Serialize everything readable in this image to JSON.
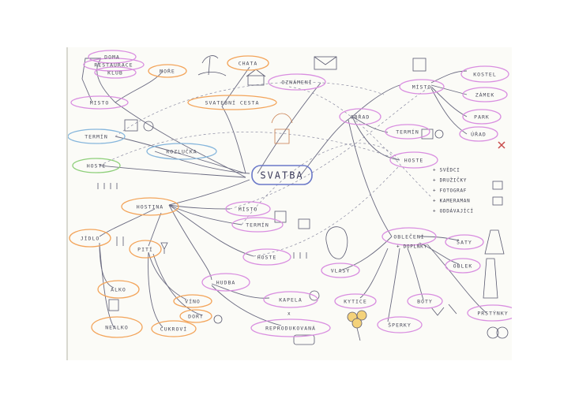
{
  "colors": {
    "orange": "#f3a45a",
    "purple": "#d98ee0",
    "blue": "#86b6dc",
    "green": "#8ecf7a",
    "ink": "#3c3c4c",
    "line": "#6a6a80"
  },
  "center": "SVATBA",
  "nodes": {
    "doma": "DOMA",
    "restaurace": "RESTAURACE",
    "klub": "KLUB",
    "misto_left": "MISTO",
    "more": "MOŘE",
    "chata": "CHATA",
    "oznameni": "OZNÁMENÍ",
    "svatebni_cesta": "SVATEBNÍ CESTA",
    "termin_left": "TERMÍN",
    "rozlucka": "ROZLUČKA",
    "hoste_left": "HOSTE",
    "obrad": "OBŘAD",
    "misto_obrad": "MÍSTO",
    "kostel": "KOSTEL",
    "zamek": "ZÁMEK",
    "park": "PARK",
    "urad": "ÚŘAD",
    "termin_obrad": "TERMÍN",
    "hoste_obrad": "HOSTE",
    "hostina": "HOSTINA",
    "misto_hostina": "MÍSTO",
    "termin_hostina": "TERMÍN",
    "hoste_hostina": "HOSTE",
    "jidlo": "JÍDLO",
    "piti": "PITÍ",
    "alko": "ALKO",
    "nealko": "NEALKO",
    "vino": "VÍNO",
    "dort": "DORT",
    "cukrovi": "CUKROVÍ",
    "hudba": "HUDBA",
    "kapela": "KAPELA",
    "x": "x",
    "reprodukovana": "REPRODUKOVANÁ",
    "obleceni": "OBLEČENÍ",
    "doplnky": "+ DOPLŇKY",
    "vlasy": "VLASY",
    "saty": "ŠATY",
    "oblek": "OBLEK",
    "kytice": "KYTICE",
    "boty": "BOTY",
    "sperky": "ŠPERKY",
    "prstyny": "PRSTÝNKY"
  },
  "guests_list": [
    "+ SVĚDCI",
    "+ DRUŽIČKY",
    "+ FOTOGRAF",
    "+ KAMERAMAN",
    "+ ODDÁVAJÍCÍ"
  ]
}
